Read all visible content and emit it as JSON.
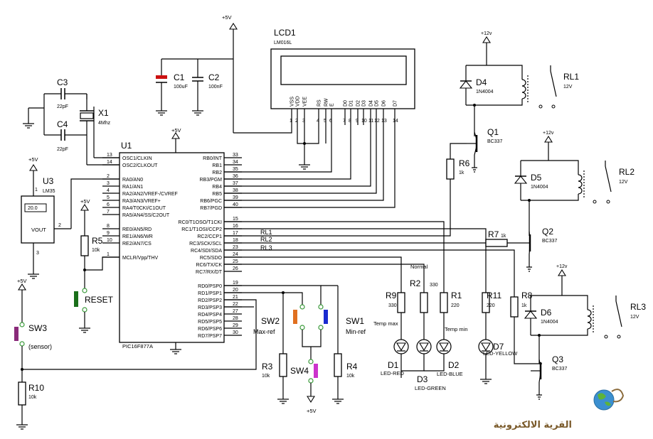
{
  "supply": {
    "vcc5": "+5V",
    "vcc12": "+12v"
  },
  "lcd": {
    "ref": "LCD1",
    "part": "LM016L",
    "pins": [
      {
        "name": "VSS",
        "num": "1"
      },
      {
        "name": "VDD",
        "num": "2"
      },
      {
        "name": "VEE",
        "num": "3"
      },
      {
        "name": "RS",
        "num": "4"
      },
      {
        "name": "RW",
        "num": "5"
      },
      {
        "name": "E",
        "num": "6"
      },
      {
        "name": "D0",
        "num": "7"
      },
      {
        "name": "D1",
        "num": "8"
      },
      {
        "name": "D2",
        "num": "9"
      },
      {
        "name": "D3",
        "num": "10"
      },
      {
        "name": "D4",
        "num": "11"
      },
      {
        "name": "D5",
        "num": "12"
      },
      {
        "name": "D6",
        "num": "13"
      },
      {
        "name": "D7",
        "num": "14"
      }
    ]
  },
  "caps": {
    "c1": {
      "ref": "C1",
      "value": "100uF"
    },
    "c2": {
      "ref": "C2",
      "value": "100nF"
    },
    "c3": {
      "ref": "C3",
      "value": "22pF"
    },
    "c4": {
      "ref": "C4",
      "value": "22pF"
    }
  },
  "crystal": {
    "ref": "X1",
    "value": "4Mhz"
  },
  "mcu": {
    "ref": "U1",
    "part": "PIC16F877A",
    "left_pins": [
      {
        "name": "OSC1/CLKIN",
        "num": "13"
      },
      {
        "name": "OSC2/CLKOUT",
        "num": "14"
      },
      {
        "name": "RA0/AN0",
        "num": "2"
      },
      {
        "name": "RA1/AN1",
        "num": "3"
      },
      {
        "name": "RA2/AN2/VREF-/CVREF",
        "num": "4"
      },
      {
        "name": "RA3/AN3/VREF+",
        "num": "5"
      },
      {
        "name": "RA4/T0CKI/C1OUT",
        "num": "6"
      },
      {
        "name": "RA5/AN4/SS/C2OUT",
        "num": "7"
      },
      {
        "name": "RE0/AN5/RD",
        "num": "8"
      },
      {
        "name": "RE1/AN6/WR",
        "num": "9"
      },
      {
        "name": "RE2/AN7/CS",
        "num": "10"
      },
      {
        "name": "MCLR/Vpp/THV",
        "num": "1"
      }
    ],
    "right_pins": [
      {
        "name": "RB0/INT",
        "num": "33"
      },
      {
        "name": "RB1",
        "num": "34"
      },
      {
        "name": "RB2",
        "num": "35"
      },
      {
        "name": "RB3/PGM",
        "num": "36"
      },
      {
        "name": "RB4",
        "num": "37"
      },
      {
        "name": "RB5",
        "num": "38"
      },
      {
        "name": "RB6/PGC",
        "num": "39"
      },
      {
        "name": "RB7/PGD",
        "num": "40"
      },
      {
        "name": "RC0/T1OSO/T1CKI",
        "num": "15"
      },
      {
        "name": "RC1/T1OSI/CCP2",
        "num": "16"
      },
      {
        "name": "RC2/CCP1",
        "num": "17"
      },
      {
        "name": "RC3/SCK/SCL",
        "num": "18"
      },
      {
        "name": "RC4/SDI/SDA",
        "num": "23"
      },
      {
        "name": "RC5/SDO",
        "num": "24"
      },
      {
        "name": "RC6/TX/CK",
        "num": "25"
      },
      {
        "name": "RC7/RX/DT",
        "num": "26"
      },
      {
        "name": "RD0/PSP0",
        "num": "19"
      },
      {
        "name": "RD1/PSP1",
        "num": "20"
      },
      {
        "name": "RD2/PSP2",
        "num": "21"
      },
      {
        "name": "RD3/PSP3",
        "num": "22"
      },
      {
        "name": "RD4/PSP4",
        "num": "27"
      },
      {
        "name": "RD5/PSP5",
        "num": "28"
      },
      {
        "name": "RD6/PSP6",
        "num": "29"
      },
      {
        "name": "RD7/PSP7",
        "num": "30"
      }
    ]
  },
  "sensor": {
    "ref": "U3",
    "part": "LM35",
    "reading": "20.0",
    "vout": "VOUT",
    "pin1": "1",
    "pin2": "2",
    "pin3": "3"
  },
  "reset": {
    "r5": "R5",
    "r5_value": "10k",
    "label": "RESET"
  },
  "sw3": {
    "ref": "SW3",
    "note": "(sensor)"
  },
  "r10": {
    "ref": "R10",
    "value": "10k"
  },
  "sw2": {
    "ref": "SW2",
    "note": "Max-ref"
  },
  "sw1": {
    "ref": "SW1",
    "note": "Min-ref"
  },
  "sw4": {
    "ref": "SW4"
  },
  "r3": {
    "ref": "R3",
    "value": "10k"
  },
  "r4": {
    "ref": "R4",
    "value": "10k"
  },
  "relay_lines": [
    "RL1",
    "RL2",
    "RL3"
  ],
  "leds": {
    "r9": {
      "ref": "R9",
      "value": "330"
    },
    "r2": {
      "ref": "R2",
      "value": "330"
    },
    "r1": {
      "ref": "R1",
      "value": "220"
    },
    "r11": {
      "ref": "R11",
      "value": "220"
    },
    "r8": {
      "ref": "R8",
      "value": "1k"
    },
    "normal": "Normal",
    "temp_max": "Temp max",
    "temp_min": "Temp min",
    "d1": {
      "ref": "D1",
      "color": "LED-RED"
    },
    "d3": {
      "ref": "D3",
      "color": "LED-GREEN"
    },
    "d2": {
      "ref": "D2",
      "color": "LED-BLUE"
    },
    "d7": {
      "ref": "D7",
      "color": "LED-YELLOW"
    }
  },
  "relays": [
    {
      "relay": "RL1",
      "diode": "D4",
      "diode_part": "1N4004",
      "transistor": "Q1",
      "transistor_part": "BC337",
      "resistor": "R6",
      "resistor_value": "1k",
      "voltage": "12V"
    },
    {
      "relay": "RL2",
      "diode": "D5",
      "diode_part": "1N4004",
      "transistor": "Q2",
      "transistor_part": "BC337",
      "resistor": "R7",
      "resistor_value": "1k",
      "voltage": "12V"
    },
    {
      "relay": "RL3",
      "diode": "D6",
      "diode_part": "1N4004",
      "transistor": "Q3",
      "transistor_part": "BC337",
      "resistor": "R8",
      "resistor_value": "1k",
      "voltage": "12V"
    }
  ],
  "logo": {
    "text": "القرية الالكترونية"
  },
  "colors": {
    "c1_body": "#cc1111",
    "sw3_body": "#8a2b7a",
    "reset_body": "#1a6f1a",
    "sw2_body": "#e07020",
    "sw1_body": "#1a2bd0",
    "sw4_body": "#cc33cc",
    "lcd_screen": "#ffffff",
    "pin_green": "#3a9a3a"
  }
}
